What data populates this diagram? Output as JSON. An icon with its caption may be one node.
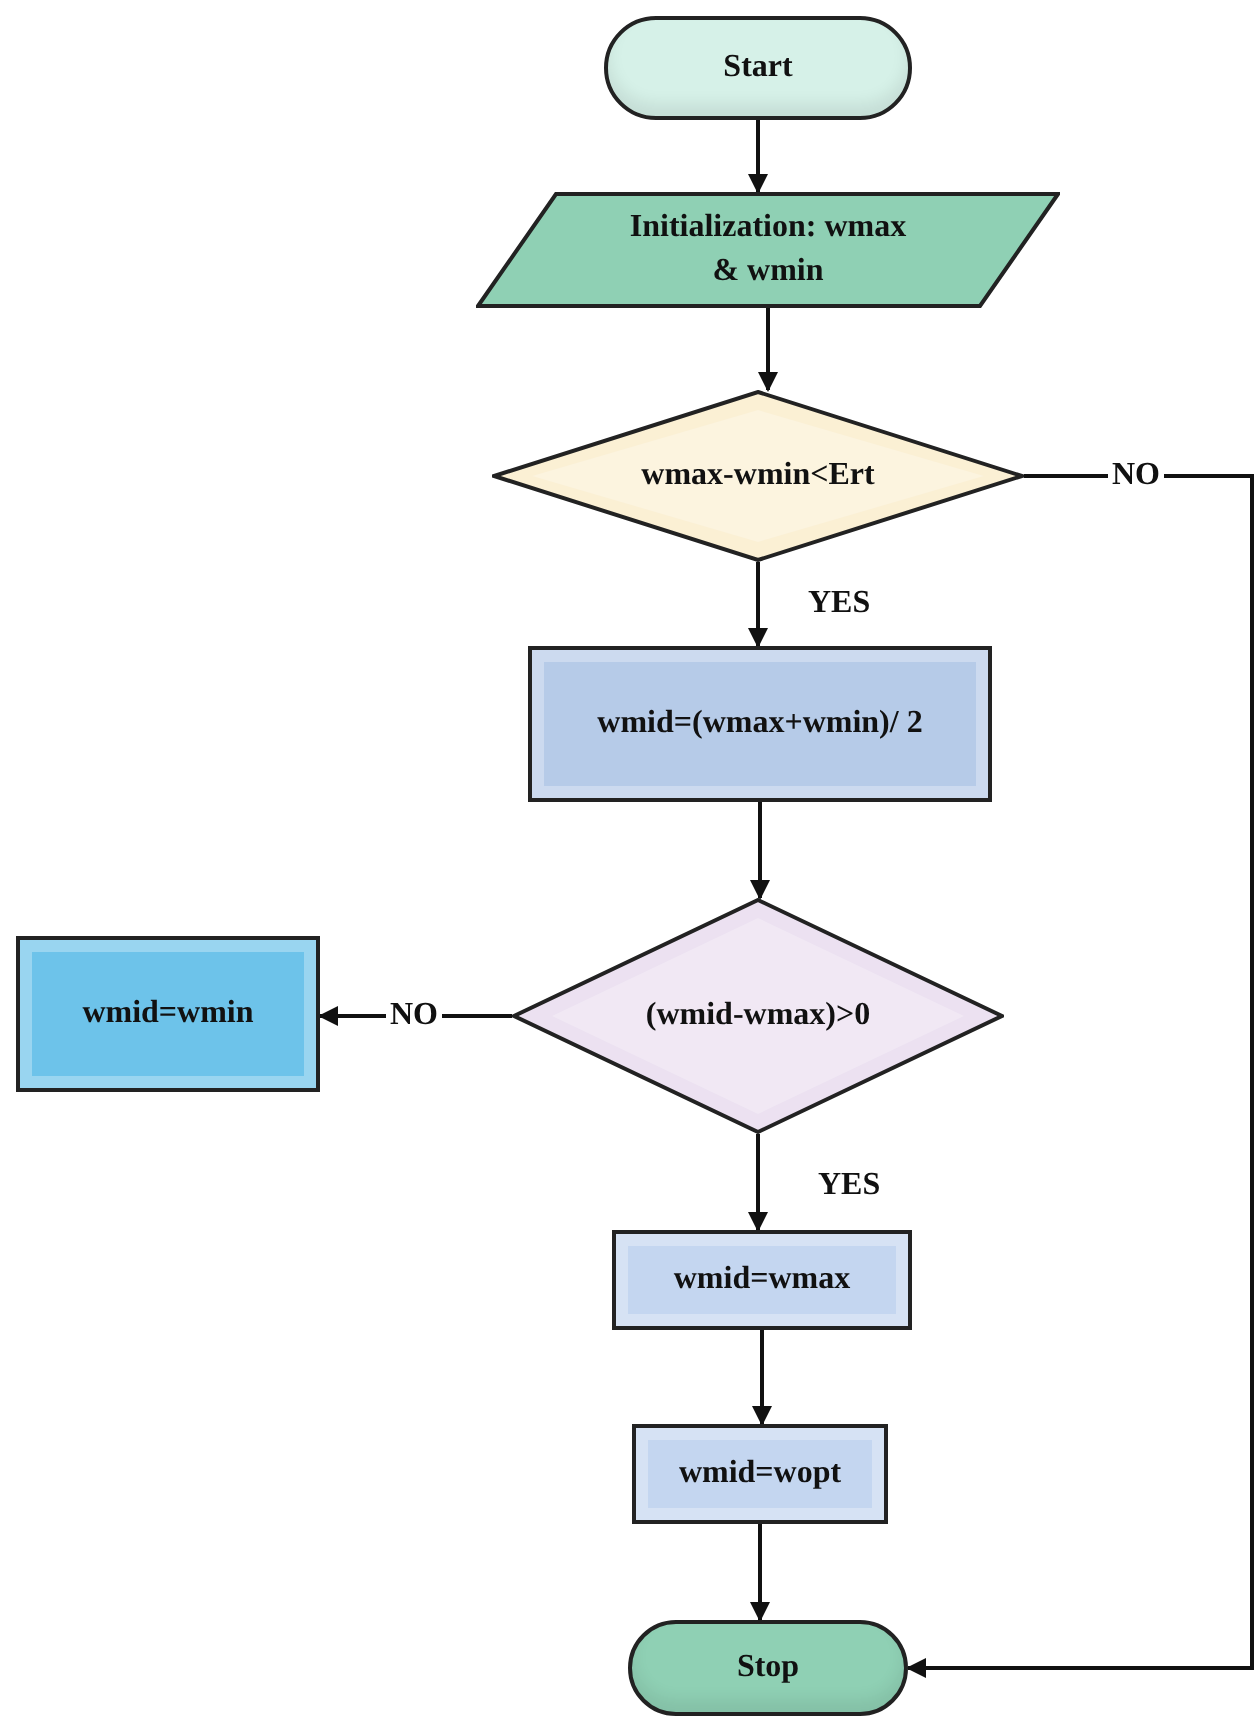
{
  "diagram": {
    "nodes": [
      {
        "text": [
          "Start"
        ]
      },
      {
        "text": [
          "Initialization: wmax & wmin"
        ]
      },
      {
        "text": [
          "wmax-wmin<Ert"
        ]
      },
      {
        "text": [
          "wmid=(wmax+wmin)/ 2"
        ]
      },
      {
        "text": [
          "(wmid-wmax)>0"
        ]
      },
      {
        "text": [
          "wmid=wmin"
        ]
      },
      {
        "text": [
          "wmid=wmax"
        ]
      },
      {
        "text": [
          "wmid=wopt"
        ]
      },
      {
        "text": [
          "Stop"
        ]
      }
    ],
    "edges": [
      {
        "from": 0,
        "to": 1,
        "arrow": "to"
      },
      {
        "from": 1,
        "to": 2,
        "arrow": "to"
      },
      {
        "from": 2,
        "to": 3,
        "arrow": "to",
        "label": "YES"
      },
      {
        "from": 2,
        "to": 8,
        "arrow": "to",
        "label": "NO"
      },
      {
        "from": 3,
        "to": 4,
        "arrow": "to"
      },
      {
        "from": 4,
        "to": 5,
        "arrow": "to",
        "label": "NO"
      },
      {
        "from": 4,
        "to": 6,
        "arrow": "to",
        "label": "YES"
      },
      {
        "from": 6,
        "to": 7,
        "arrow": "to"
      },
      {
        "from": 7,
        "to": 8,
        "arrow": "to"
      }
    ]
  }
}
